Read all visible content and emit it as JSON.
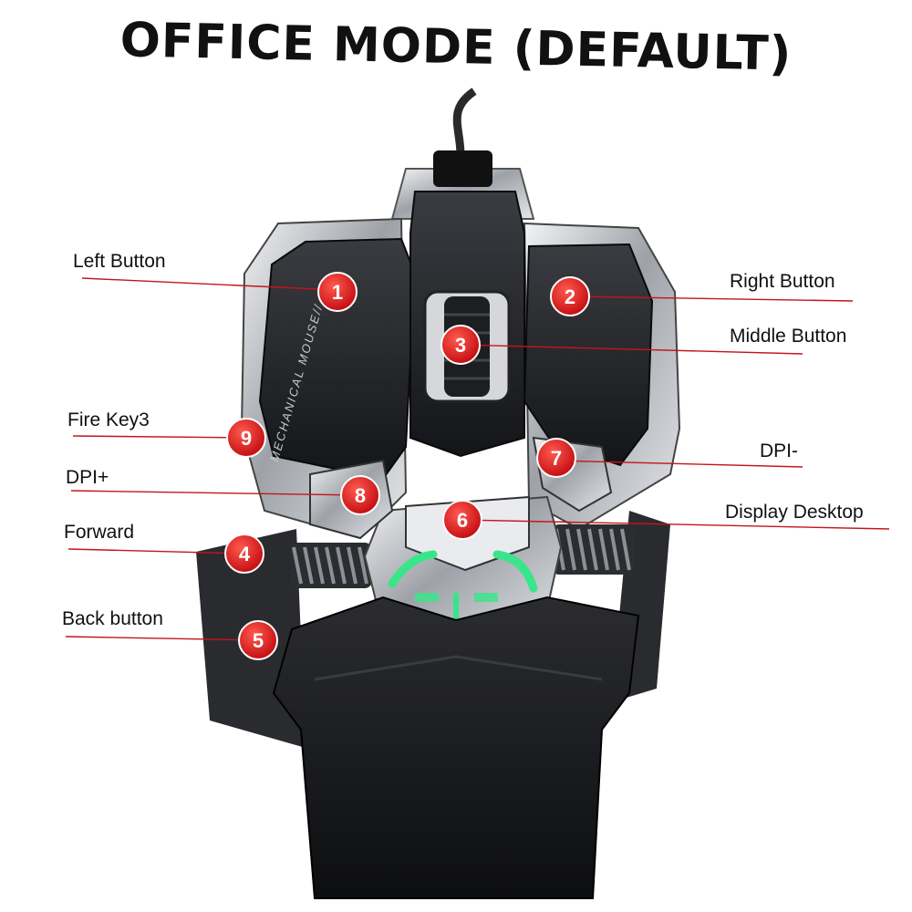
{
  "title": "OFFICE MODE (DEFAULT)",
  "mouse_text": "MECHANICAL MOUSE//",
  "colors": {
    "badge": "#d8141a",
    "leader": "#c3151b",
    "body": "#1b1c1f",
    "chrome": "#c9ccd0",
    "accent": "#39e58a"
  },
  "callouts": [
    {
      "number": "1",
      "label": "Left Button"
    },
    {
      "number": "2",
      "label": "Right Button"
    },
    {
      "number": "3",
      "label": "Middle Button"
    },
    {
      "number": "9",
      "label": "Fire Key3"
    },
    {
      "number": "7",
      "label": "DPI-"
    },
    {
      "number": "8",
      "label": "DPI+"
    },
    {
      "number": "6",
      "label": "Display Desktop"
    },
    {
      "number": "4",
      "label": "Forward"
    },
    {
      "number": "5",
      "label": "Back button"
    }
  ]
}
